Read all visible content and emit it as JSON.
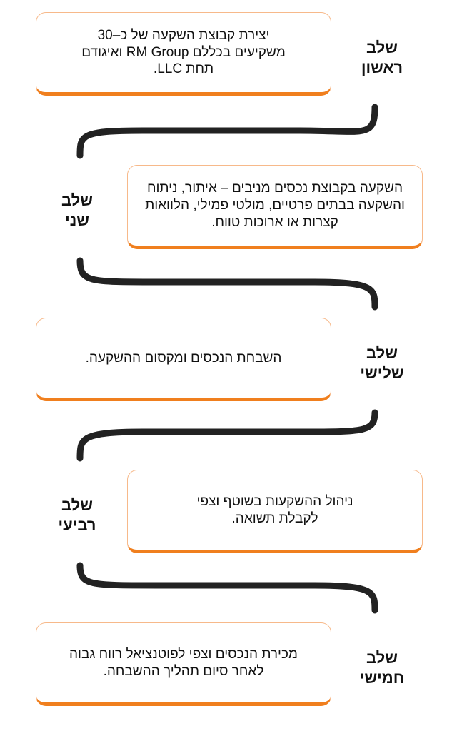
{
  "steps": [
    {
      "label_line1": "שלב",
      "label_line2": "ראשון",
      "text": "יצירת קבוצת השקעה של כ–30 משקיעים בכללם RM Group ואיגודם תחת LLC."
    },
    {
      "label_line1": "שלב",
      "label_line2": "שני",
      "text": "השקעה בקבוצת נכסים מניבים – איתור, ניתוח והשקעה בבתים פרטיים, מולטי פמילי, הלוואות קצרות או ארוכות טווח."
    },
    {
      "label_line1": "שלב",
      "label_line2": "שלישי",
      "text": "השבחת הנכסים ומקסום ההשקעה."
    },
    {
      "label_line1": "שלב",
      "label_line2": "רביעי",
      "text": "ניהול ההשקעות בשוטף וצפי לקבלת תשואה."
    },
    {
      "label_line1": "שלב",
      "label_line2": "חמישי",
      "text": "מכירת הנכסים וצפי לפוטנציאל רווח גבוה לאחר סיום תהליך ההשבחה."
    }
  ],
  "colors": {
    "accent": "#f07f1e",
    "connector": "#222222"
  }
}
